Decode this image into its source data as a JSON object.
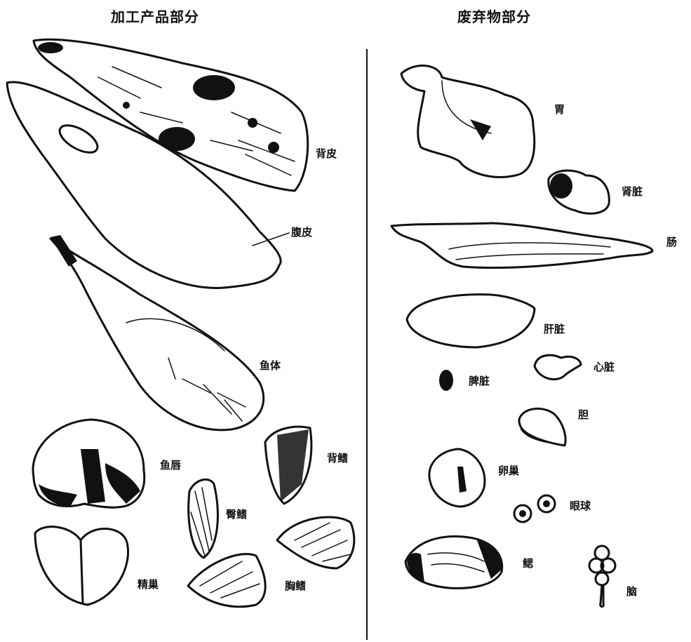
{
  "headers": {
    "processed": "加工产品部分",
    "waste": "废弃物部分"
  },
  "processed": {
    "back_skin": "背皮",
    "belly_skin": "腹皮",
    "fish_body": "鱼体",
    "fish_lip": "鱼唇",
    "dorsal_fin": "背鳍",
    "anal_fin": "臀鳍",
    "testis": "精巢",
    "pectoral_fin": "胸鳍"
  },
  "waste": {
    "stomach": "胃",
    "kidney": "肾脏",
    "intestine": "肠",
    "liver": "肝脏",
    "heart": "心脏",
    "spleen": "脾脏",
    "gallbladder": "胆",
    "ovary": "卵巢",
    "eyeball": "眼球",
    "gill": "鳃",
    "brain": "脑"
  }
}
